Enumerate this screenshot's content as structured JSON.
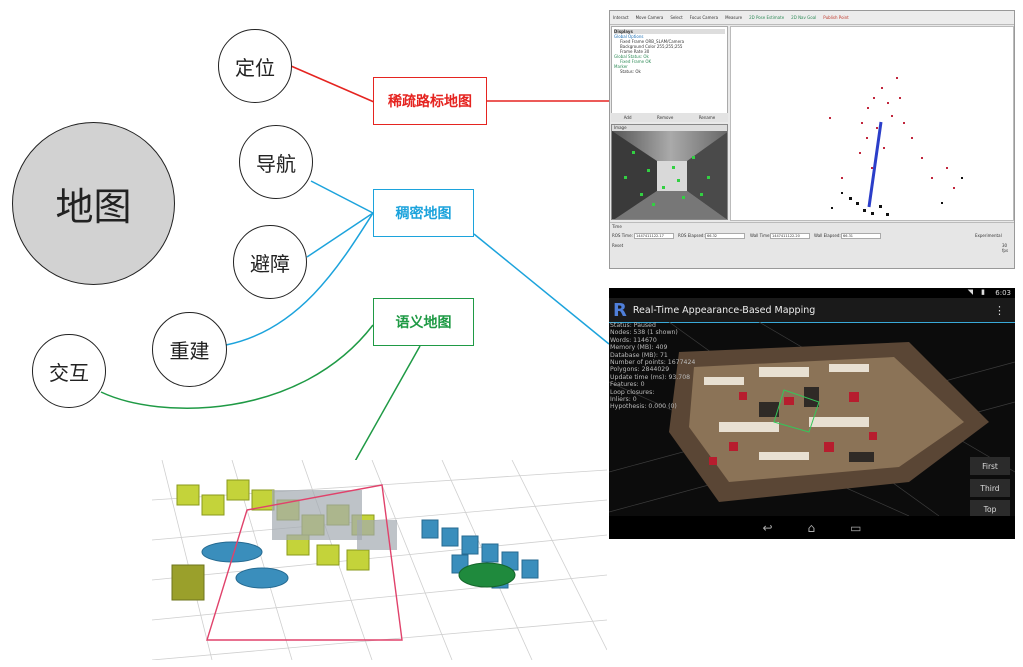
{
  "main_node": {
    "label": "地图"
  },
  "left_nodes": [
    {
      "id": "localization",
      "label": "定位"
    },
    {
      "id": "navigation",
      "label": "导航"
    },
    {
      "id": "obstacle_avoidance",
      "label": "避障"
    },
    {
      "id": "reconstruction",
      "label": "重建"
    },
    {
      "id": "interaction",
      "label": "交互"
    }
  ],
  "map_boxes": [
    {
      "id": "sparse",
      "label": "稀疏路标地图",
      "color": "#e52420"
    },
    {
      "id": "dense",
      "label": "稠密地图",
      "color": "#1ca3dc"
    },
    {
      "id": "semantic",
      "label": "语义地图",
      "color": "#1f9a45"
    }
  ],
  "rviz": {
    "toolbar": [
      "Interact",
      "Move Camera",
      "Select",
      "Focus Camera",
      "Measure",
      "2D Pose Estimate",
      "2D Nav Goal",
      "Publish Point"
    ],
    "displays_title": "Displays",
    "display_rows": [
      "Global Options",
      "Fixed Frame     ORB_SLAM/Camera",
      "Background Color   255;255;255",
      "Frame Rate     30",
      "Global Status: Ok",
      "Fixed Frame     OK",
      "Marker",
      "Status: Ok"
    ],
    "buttons": [
      "Add",
      "Remove",
      "Rename"
    ],
    "image_title": "Image",
    "time_title": "Time",
    "time_fields": [
      {
        "label": "ROS Time:",
        "value": "1447411122.17"
      },
      {
        "label": "ROS Elapsed:",
        "value": "66.32"
      },
      {
        "label": "Wall Time:",
        "value": "1447411122.20"
      },
      {
        "label": "Wall Elapsed:",
        "value": "66.31"
      }
    ],
    "experimental": "Experimental",
    "reset": "Reset",
    "fps": "30 fps"
  },
  "rtabmap": {
    "clock": "6:03",
    "title": "Real-Time Appearance-Based Mapping",
    "stats": [
      "Status: Paused",
      "Nodes: 538 (1 shown)",
      "Words: 114670",
      "Memory (MB): 409",
      "Database (MB): 71",
      "Number of points: 1677424",
      "Polygons: 2844029",
      "Update time (ms): 93.708",
      "Features: 0",
      "Loop closures: ",
      "Inliers: 0",
      "Hypothesis: 0.000 (0)"
    ],
    "view_buttons": [
      "First",
      "Third",
      "Top"
    ]
  }
}
